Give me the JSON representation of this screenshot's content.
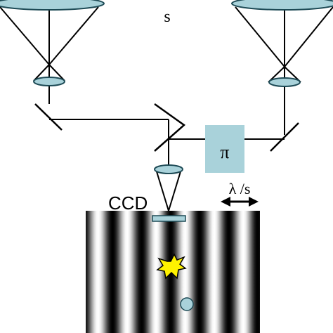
{
  "labels": {
    "top_s": "s",
    "phase": "π",
    "spacing": "λ /s",
    "ccd": "CCD"
  },
  "colors": {
    "optic_fill": "#a9d2da",
    "optic_stroke": "#1d4a55",
    "line": "#000000",
    "flash_fill": "#fff200",
    "fringe_dark": "#000000",
    "fringe_light": "#ffffff"
  },
  "fringe_pattern": {
    "fringe_count": 6
  }
}
